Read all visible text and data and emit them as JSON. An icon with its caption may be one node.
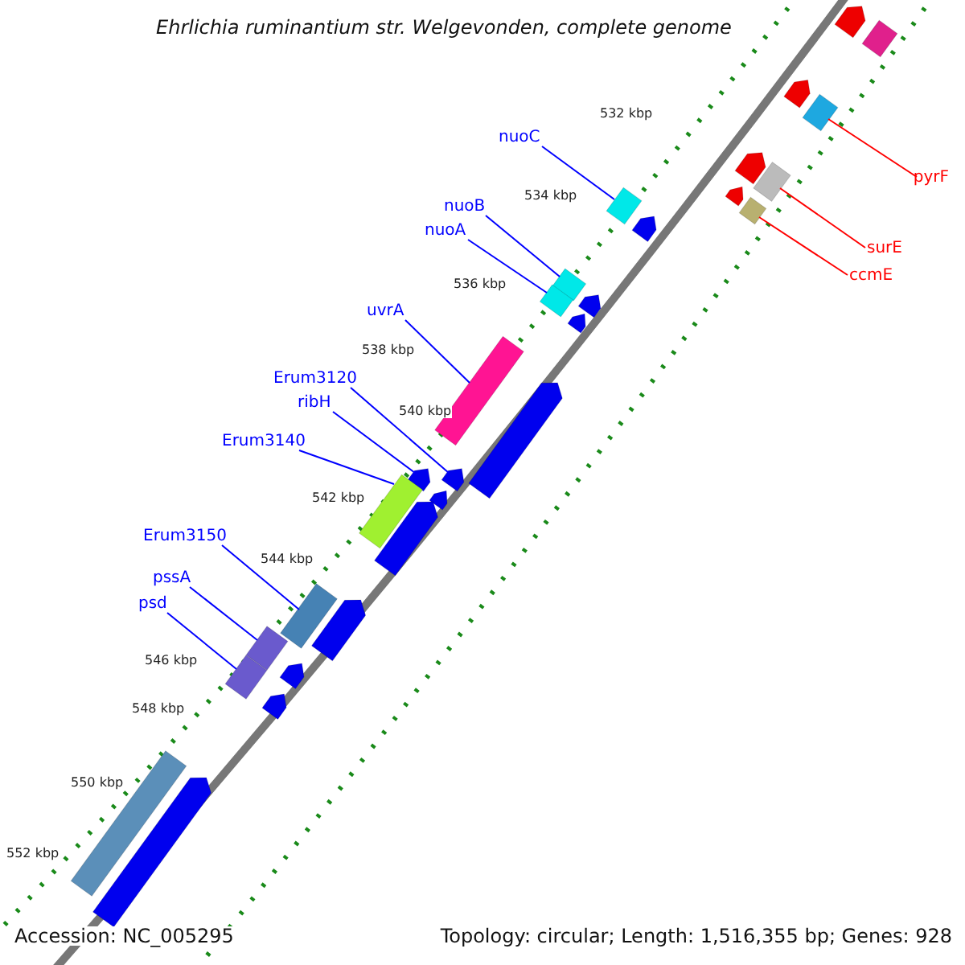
{
  "diagram": {
    "title": "Ehrlichia ruminantium str. Welgevonden, complete genome",
    "nodes": [
      {
        "text": [
          "nuoC"
        ]
      },
      {
        "text": [
          "nuoB"
        ]
      },
      {
        "text": [
          "nuoA"
        ]
      },
      {
        "text": [
          "uvrA"
        ]
      },
      {
        "text": [
          "Erum3120"
        ]
      },
      {
        "text": [
          "ribH"
        ]
      },
      {
        "text": [
          "Erum3140"
        ]
      },
      {
        "text": [
          "Erum3150"
        ]
      },
      {
        "text": [
          "pssA"
        ]
      },
      {
        "text": [
          "psd"
        ]
      },
      {
        "text": [
          "pyrF"
        ]
      },
      {
        "text": [
          "surE"
        ]
      },
      {
        "text": [
          "ccmE"
        ]
      },
      {
        "text": [],
        "shape": "bar"
      },
      {
        "text": [],
        "shape": "bar"
      },
      {
        "text": [],
        "shape": "bar"
      },
      {
        "text": [],
        "shape": "bar"
      },
      {
        "text": [],
        "shape": "bar"
      },
      {
        "text": [],
        "shape": "bar"
      },
      {
        "text": [],
        "shape": "bar"
      },
      {
        "text": [],
        "shape": "bar"
      },
      {
        "text": [],
        "shape": "bar"
      },
      {
        "text": [],
        "shape": "bar"
      },
      {
        "text": [],
        "shape": "bar"
      },
      {
        "text": [],
        "shape": "bar"
      },
      {
        "text": [],
        "shape": "bar"
      },
      {
        "text": [],
        "shape": "bar"
      },
      {
        "text": [],
        "shape": "bar"
      },
      {
        "text": [],
        "shape": "bar"
      },
      {
        "text": [],
        "shape": "bar"
      },
      {
        "text": [],
        "shape": "bar"
      },
      {
        "text": [],
        "shape": "bar"
      },
      {
        "text": [],
        "shape": "bar"
      },
      {
        "text": [],
        "shape": "bar"
      },
      {
        "text": [],
        "shape": "bar"
      },
      {
        "text": [],
        "shape": "bar"
      },
      {
        "text": [],
        "shape": "bar"
      },
      {
        "text": [],
        "shape": "bar"
      },
      {
        "text": [],
        "shape": "bar"
      },
      {
        "text": [],
        "shape": "bar"
      },
      {
        "text": [],
        "shape": "bar"
      },
      {
        "text": [],
        "shape": "bar"
      }
    ],
    "edges": [
      {
        "from": 0,
        "to": 13,
        "arrow": "none"
      },
      {
        "from": 1,
        "to": 14,
        "arrow": "none"
      },
      {
        "from": 2,
        "to": 15,
        "arrow": "none"
      },
      {
        "from": 3,
        "to": 16,
        "arrow": "none"
      },
      {
        "from": 4,
        "to": 17,
        "arrow": "none"
      },
      {
        "from": 5,
        "to": 18,
        "arrow": "none"
      },
      {
        "from": 6,
        "to": 19,
        "arrow": "none"
      },
      {
        "from": 7,
        "to": 20,
        "arrow": "none"
      },
      {
        "from": 8,
        "to": 21,
        "arrow": "none"
      },
      {
        "from": 9,
        "to": 22,
        "arrow": "none"
      },
      {
        "from": 10,
        "to": 23,
        "arrow": "none",
        "color": "#ff0000"
      },
      {
        "from": 11,
        "to": 24,
        "arrow": "none",
        "color": "#ff0000"
      },
      {
        "from": 12,
        "to": 25,
        "arrow": "none",
        "color": "#ff0000"
      }
    ],
    "labels": [
      "532 kbp",
      "534 kbp",
      "536 kbp",
      "538 kbp",
      "540 kbp",
      "542 kbp",
      "544 kbp",
      "546 kbp",
      "548 kbp",
      "550 kbp",
      "552 kbp",
      "Accession: NC_005295",
      "Topology: circular; Length: 1,516,355 bp; Genes: 928"
    ]
  }
}
